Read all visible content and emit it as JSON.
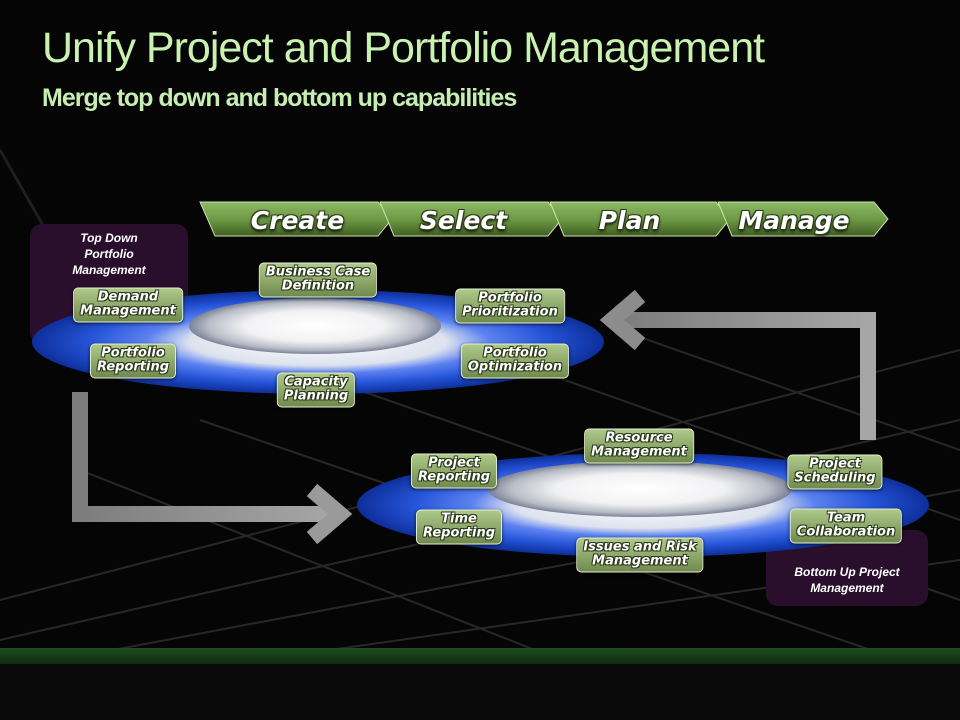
{
  "title": "Unify Project and Portfolio Management",
  "subtitle": "Merge top down and bottom up capabilities",
  "phases": [
    "Create",
    "Select",
    "Plan",
    "Manage"
  ],
  "top_down": {
    "label_lines": [
      "Top Down",
      "Portfolio",
      "Management"
    ],
    "items": [
      {
        "name": "business-case-definition",
        "lines": [
          "Business Case",
          "Definition"
        ]
      },
      {
        "name": "demand-management",
        "lines": [
          "Demand",
          "Management"
        ]
      },
      {
        "name": "portfolio-prioritization",
        "lines": [
          "Portfolio",
          "Prioritization"
        ]
      },
      {
        "name": "portfolio-reporting",
        "lines": [
          "Portfolio",
          "Reporting"
        ]
      },
      {
        "name": "portfolio-optimization",
        "lines": [
          "Portfolio",
          "Optimization"
        ]
      },
      {
        "name": "capacity-planning",
        "lines": [
          "Capacity",
          "Planning"
        ]
      }
    ]
  },
  "bottom_up": {
    "label_lines": [
      "Bottom Up Project",
      "Management"
    ],
    "items": [
      {
        "name": "resource-management",
        "lines": [
          "Resource",
          "Management"
        ]
      },
      {
        "name": "project-reporting",
        "lines": [
          "Project",
          "Reporting"
        ]
      },
      {
        "name": "project-scheduling",
        "lines": [
          "Project",
          "Scheduling"
        ]
      },
      {
        "name": "time-reporting",
        "lines": [
          "Time",
          "Reporting"
        ]
      },
      {
        "name": "team-collaboration",
        "lines": [
          "Team",
          "Collaboration"
        ]
      },
      {
        "name": "issues-and-risk-management",
        "lines": [
          "Issues and Risk",
          "Management"
        ]
      }
    ]
  },
  "colors": {
    "title": "#c9f2b0",
    "phase_green": "#6f9a45",
    "ring_blue": "#1f4fd0",
    "label_box": "#2a0f2c"
  }
}
